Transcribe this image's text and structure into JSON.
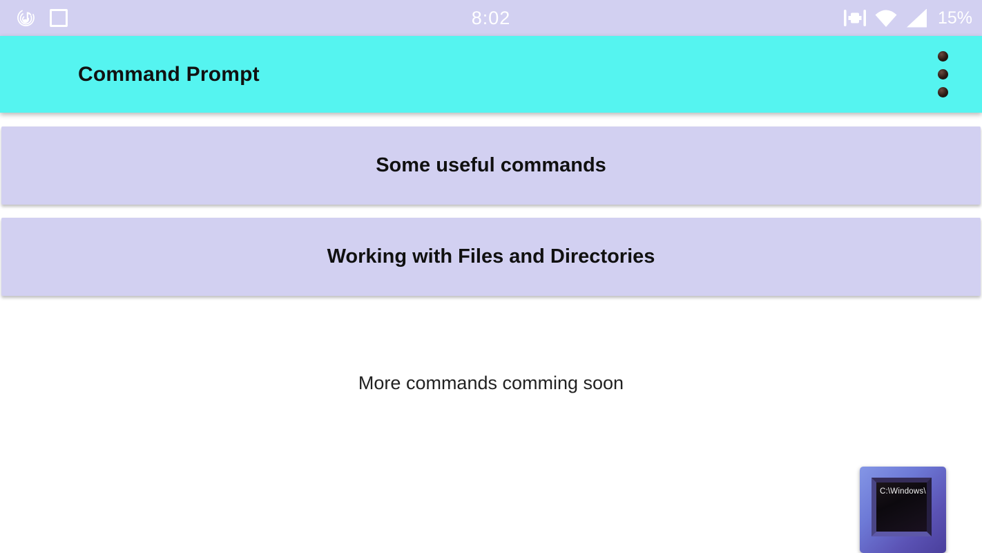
{
  "status_bar": {
    "time": "8:02",
    "battery_percent": "15%",
    "left_icons": [
      "music-note-swirl-icon",
      "square-outline-icon"
    ],
    "right_icons": [
      "vibrate-icon",
      "wifi-icon",
      "cellular-signal-icon"
    ]
  },
  "app_bar": {
    "title": "Command Prompt",
    "overflow_menu_icon": "three-dots-vertical"
  },
  "cards": [
    {
      "label": "Some useful commands"
    },
    {
      "label": "Working with Files and Directories"
    }
  ],
  "note": "More commands comming soon",
  "fab": {
    "icon": "command-prompt-window-icon",
    "screen_text": "C:\\Windows\\"
  },
  "colors": {
    "status_bar_bg": "#D2D0F1",
    "app_bar_bg": "#55F4F0",
    "card_bg": "#D2D0F1",
    "fab_frame": "#5B53B5",
    "text_dark": "#101010",
    "text_light": "#FFFFFF"
  }
}
